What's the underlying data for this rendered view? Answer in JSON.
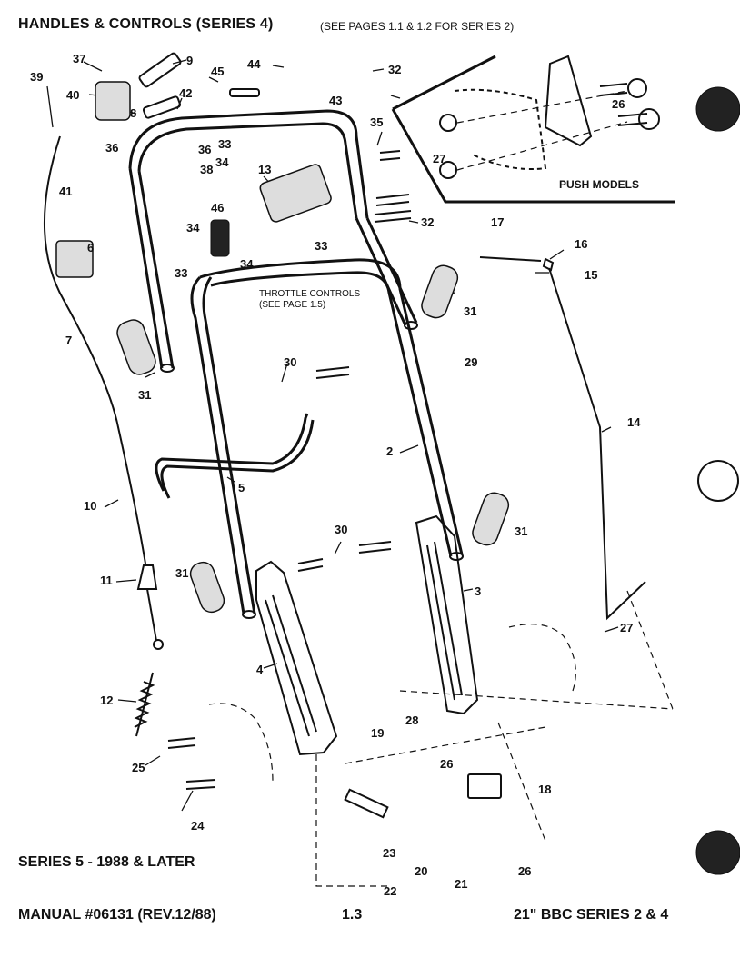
{
  "header": {
    "title": "HANDLES & CONTROLS (SERIES 4)",
    "subtitle": "(SEE PAGES 1.1 & 1.2 FOR SERIES 2)"
  },
  "diagram": {
    "inset_label": "PUSH MODELS",
    "throttle_note_line1": "THROTTLE CONTROLS",
    "throttle_note_line2": "(SEE PAGE 1.5)"
  },
  "callouts": {
    "c2": "2",
    "c3": "3",
    "c4": "4",
    "c5": "5",
    "c6": "6",
    "c7": "7",
    "c8": "8",
    "c9": "9",
    "c10": "10",
    "c11": "11",
    "c12": "12",
    "c13": "13",
    "c14": "14",
    "c15": "15",
    "c16": "16",
    "c17": "17",
    "c18": "18",
    "c19": "19",
    "c20": "20",
    "c21": "21",
    "c22": "22",
    "c23": "23",
    "c24": "24",
    "c25": "25",
    "c26": "26",
    "c27": "27",
    "c28": "28",
    "c29": "29",
    "c30": "30",
    "c31": "31",
    "c32": "32",
    "c33": "33",
    "c34": "34",
    "c35": "35",
    "c36": "36",
    "c37": "37",
    "c38": "38",
    "c39": "39",
    "c40": "40",
    "c41": "41",
    "c42": "42",
    "c43": "43",
    "c44": "44",
    "c45": "45",
    "c46": "46"
  },
  "footer": {
    "series_note": "SERIES 5 - 1988 & LATER",
    "manual": "MANUAL #06131 (REV.12/88)",
    "page": "1.3",
    "model": "21\" BBC SERIES 2 & 4"
  }
}
